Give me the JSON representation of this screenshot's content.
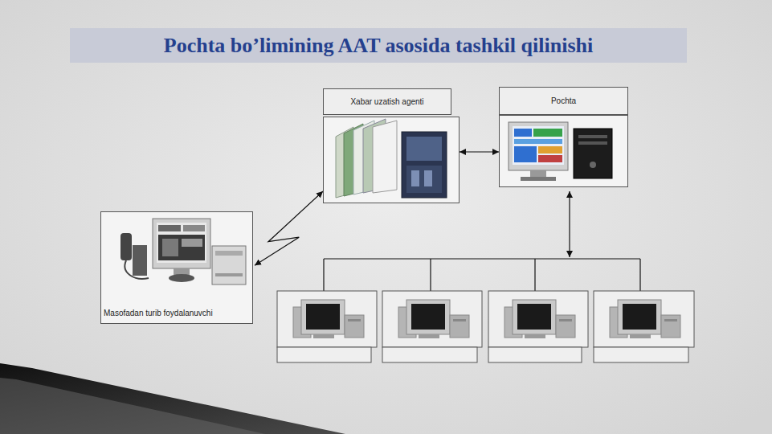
{
  "diagram": {
    "title": "Pochta bo’limining AAT asosida tashkil qilinishi",
    "nodes": [
      {
        "text": [
          "Xabar uzatish agenti"
        ]
      },
      {
        "text": [
          "Pochta"
        ]
      },
      {
        "text": [
          "Masofadan turib foydalanuvchi"
        ]
      }
    ],
    "edges": [
      {
        "from": 2,
        "to": 0,
        "arrow": "both"
      },
      {
        "from": 0,
        "to": 1,
        "arrow": "both"
      }
    ]
  }
}
